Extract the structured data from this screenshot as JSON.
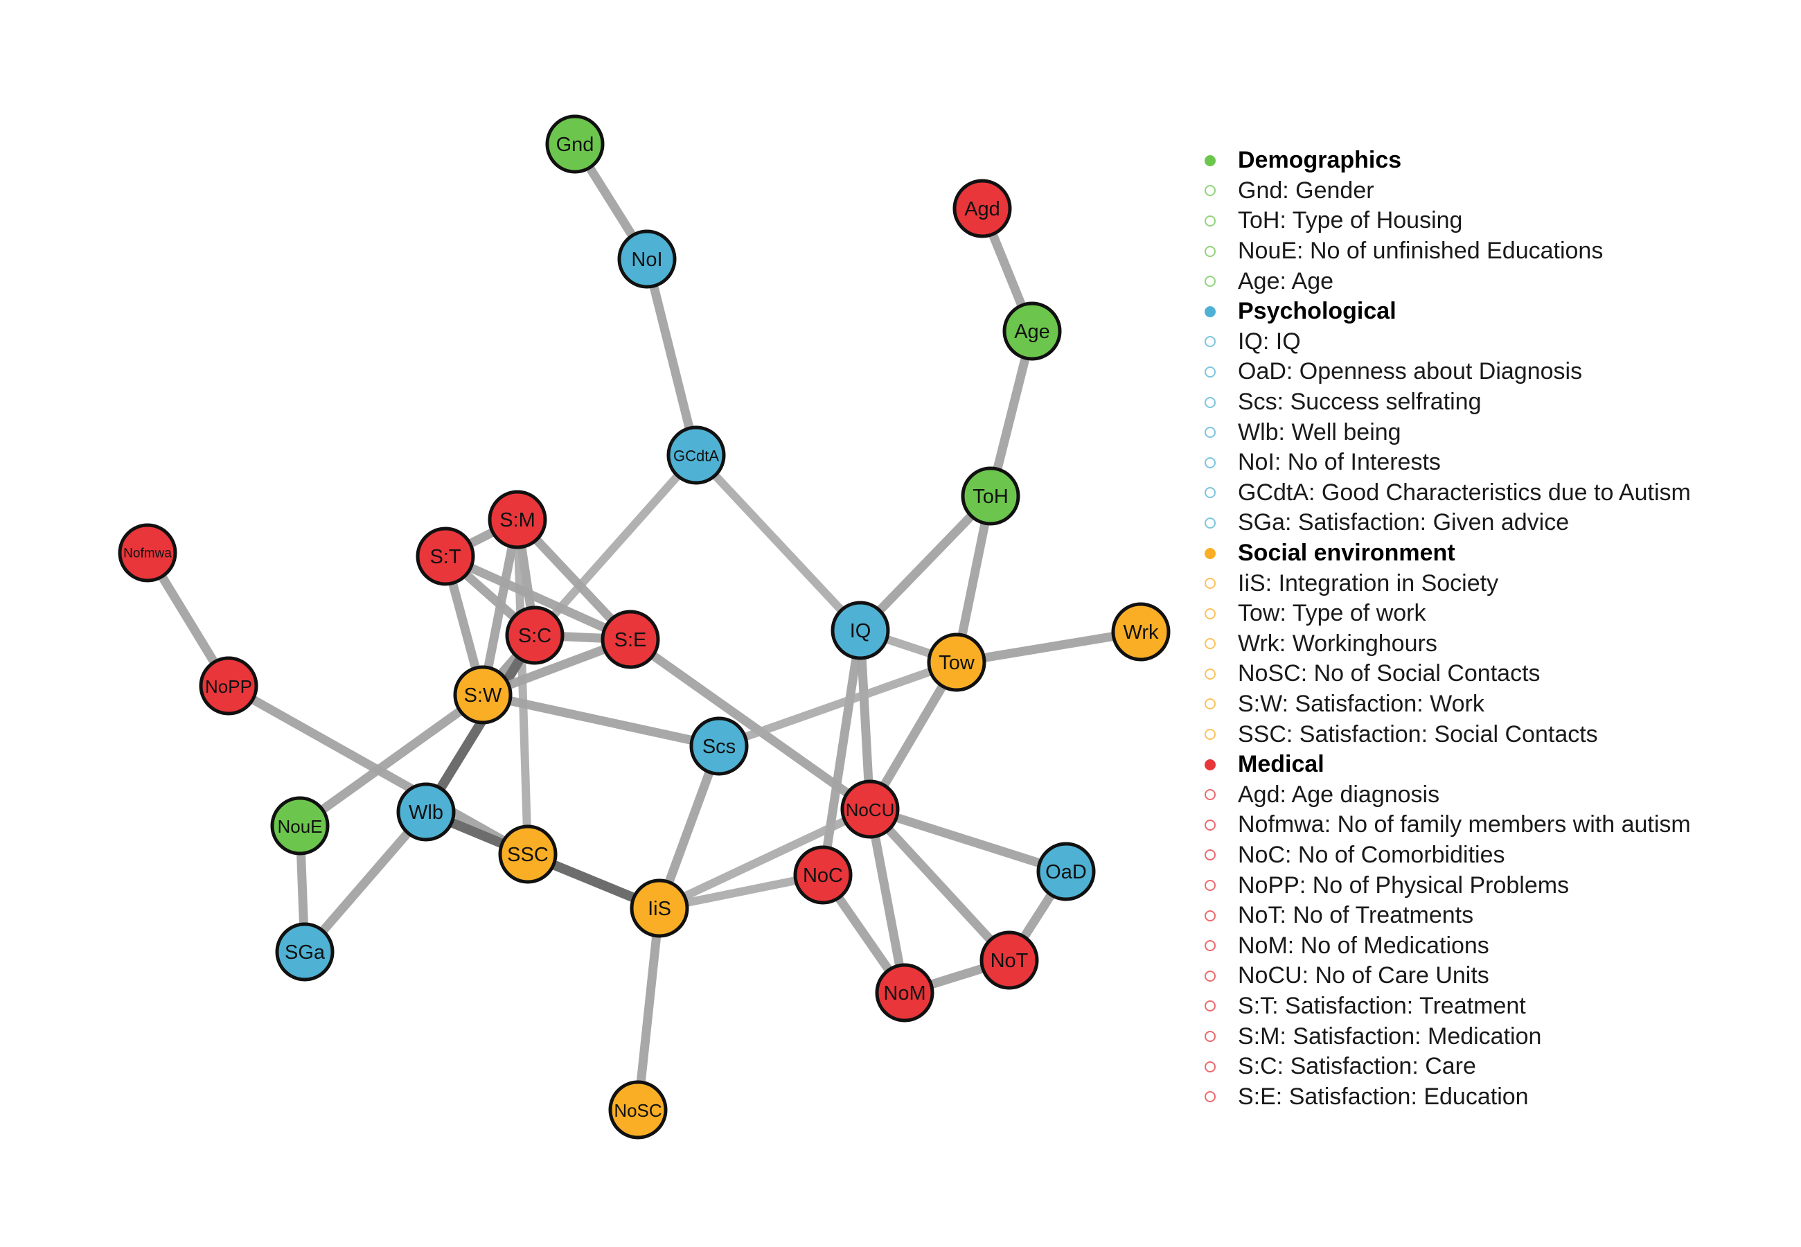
{
  "groups": [
    {
      "key": "demographics",
      "name": "Demographics",
      "color": "#6cc64d",
      "items": [
        {
          "label": "Gnd: Gender"
        },
        {
          "label": "ToH: Type of Housing"
        },
        {
          "label": "NouE: No of unfinished Educations"
        },
        {
          "label": "Age: Age"
        }
      ]
    },
    {
      "key": "psychological",
      "name": "Psychological",
      "color": "#4fb1d3",
      "items": [
        {
          "label": "IQ: IQ"
        },
        {
          "label": "OaD: Openness about Diagnosis"
        },
        {
          "label": "Scs: Success selfrating"
        },
        {
          "label": "Wlb: Well being"
        },
        {
          "label": "NoI: No of Interests"
        },
        {
          "label": "GCdtA: Good Characteristics due to Autism"
        },
        {
          "label": "SGa: Satisfaction: Given advice"
        }
      ]
    },
    {
      "key": "social",
      "name": "Social environment",
      "color": "#f9ae25",
      "items": [
        {
          "label": "IiS: Integration in Society"
        },
        {
          "label": "Tow: Type of work"
        },
        {
          "label": "Wrk: Workinghours"
        },
        {
          "label": "NoSC: No of Social Contacts"
        },
        {
          "label": "S:W: Satisfaction: Work"
        },
        {
          "label": "SSC: Satisfaction: Social Contacts"
        }
      ]
    },
    {
      "key": "medical",
      "name": "Medical",
      "color": "#e8363b",
      "items": [
        {
          "label": "Agd: Age diagnosis"
        },
        {
          "label": "Nofmwa: No of family members with autism"
        },
        {
          "label": "NoC: No of Comorbidities"
        },
        {
          "label": "NoPP: No of Physical Problems"
        },
        {
          "label": "NoT: No of Treatments"
        },
        {
          "label": "NoM: No of Medications"
        },
        {
          "label": "NoCU: No of Care Units"
        },
        {
          "label": "S:T: Satisfaction: Treatment"
        },
        {
          "label": "S:M: Satisfaction: Medication"
        },
        {
          "label": "S:C: Satisfaction: Care"
        },
        {
          "label": "S:E: Satisfaction: Education"
        }
      ]
    }
  ],
  "nodes": [
    {
      "id": "Gnd",
      "label": "Gnd",
      "group": "demographics"
    },
    {
      "id": "NoI",
      "label": "NoI",
      "group": "psychological"
    },
    {
      "id": "GCdtA",
      "label": "GCdtA",
      "group": "psychological"
    },
    {
      "id": "Agd",
      "label": "Agd",
      "group": "medical"
    },
    {
      "id": "Age",
      "label": "Age",
      "group": "demographics"
    },
    {
      "id": "ToH",
      "label": "ToH",
      "group": "demographics"
    },
    {
      "id": "Nofmwa",
      "label": "Nofmwa",
      "group": "medical"
    },
    {
      "id": "NoPP",
      "label": "NoPP",
      "group": "medical"
    },
    {
      "id": "S:M",
      "label": "S:M",
      "group": "medical"
    },
    {
      "id": "S:T",
      "label": "S:T",
      "group": "medical"
    },
    {
      "id": "S:C",
      "label": "S:C",
      "group": "medical"
    },
    {
      "id": "S:E",
      "label": "S:E",
      "group": "medical"
    },
    {
      "id": "S:W",
      "label": "S:W",
      "group": "social"
    },
    {
      "id": "IQ",
      "label": "IQ",
      "group": "psychological"
    },
    {
      "id": "Tow",
      "label": "Tow",
      "group": "social"
    },
    {
      "id": "Wrk",
      "label": "Wrk",
      "group": "social"
    },
    {
      "id": "Scs",
      "label": "Scs",
      "group": "psychological"
    },
    {
      "id": "NoCU",
      "label": "NoCU",
      "group": "medical"
    },
    {
      "id": "OaD",
      "label": "OaD",
      "group": "psychological"
    },
    {
      "id": "NouE",
      "label": "NouE",
      "group": "demographics"
    },
    {
      "id": "Wlb",
      "label": "Wlb",
      "group": "psychological"
    },
    {
      "id": "SSC",
      "label": "SSC",
      "group": "social"
    },
    {
      "id": "IiS",
      "label": "IiS",
      "group": "social"
    },
    {
      "id": "NoC",
      "label": "NoC",
      "group": "medical"
    },
    {
      "id": "NoT",
      "label": "NoT",
      "group": "medical"
    },
    {
      "id": "NoM",
      "label": "NoM",
      "group": "medical"
    },
    {
      "id": "SGa",
      "label": "SGa",
      "group": "psychological"
    },
    {
      "id": "NoSC",
      "label": "NoSC",
      "group": "social"
    }
  ],
  "edges": [
    {
      "from": "Gnd",
      "to": "NoI",
      "strength": "medium"
    },
    {
      "from": "NoI",
      "to": "GCdtA",
      "strength": "medium"
    },
    {
      "from": "GCdtA",
      "to": "IQ",
      "strength": "weak"
    },
    {
      "from": "GCdtA",
      "to": "S:W",
      "strength": "weak"
    },
    {
      "from": "Agd",
      "to": "Age",
      "strength": "medium"
    },
    {
      "from": "Age",
      "to": "ToH",
      "strength": "medium"
    },
    {
      "from": "ToH",
      "to": "IQ",
      "strength": "medium"
    },
    {
      "from": "ToH",
      "to": "Tow",
      "strength": "medium"
    },
    {
      "from": "Nofmwa",
      "to": "NoPP",
      "strength": "medium"
    },
    {
      "from": "NoPP",
      "to": "SSC",
      "strength": "medium"
    },
    {
      "from": "S:M",
      "to": "S:T",
      "strength": "medium"
    },
    {
      "from": "S:M",
      "to": "S:C",
      "strength": "medium"
    },
    {
      "from": "S:M",
      "to": "S:E",
      "strength": "medium"
    },
    {
      "from": "S:M",
      "to": "S:W",
      "strength": "medium"
    },
    {
      "from": "S:M",
      "to": "SSC",
      "strength": "weak"
    },
    {
      "from": "S:T",
      "to": "S:C",
      "strength": "medium"
    },
    {
      "from": "S:T",
      "to": "S:E",
      "strength": "medium"
    },
    {
      "from": "S:T",
      "to": "S:W",
      "strength": "medium"
    },
    {
      "from": "S:C",
      "to": "S:E",
      "strength": "medium"
    },
    {
      "from": "S:C",
      "to": "S:W",
      "strength": "medium"
    },
    {
      "from": "S:C",
      "to": "Wlb",
      "strength": "strong"
    },
    {
      "from": "S:E",
      "to": "S:W",
      "strength": "medium"
    },
    {
      "from": "S:E",
      "to": "NoCU",
      "strength": "medium"
    },
    {
      "from": "S:W",
      "to": "Scs",
      "strength": "medium"
    },
    {
      "from": "S:W",
      "to": "NouE",
      "strength": "medium"
    },
    {
      "from": "IQ",
      "to": "Tow",
      "strength": "weak"
    },
    {
      "from": "IQ",
      "to": "NoCU",
      "strength": "medium"
    },
    {
      "from": "IQ",
      "to": "NoC",
      "strength": "medium"
    },
    {
      "from": "Tow",
      "to": "Wrk",
      "strength": "medium"
    },
    {
      "from": "Tow",
      "to": "Scs",
      "strength": "weak"
    },
    {
      "from": "Tow",
      "to": "NoCU",
      "strength": "medium"
    },
    {
      "from": "Scs",
      "to": "IiS",
      "strength": "medium"
    },
    {
      "from": "NoCU",
      "to": "IiS",
      "strength": "weak"
    },
    {
      "from": "NoCU",
      "to": "OaD",
      "strength": "medium"
    },
    {
      "from": "NoCU",
      "to": "NoT",
      "strength": "medium"
    },
    {
      "from": "NoCU",
      "to": "NoM",
      "strength": "medium"
    },
    {
      "from": "OaD",
      "to": "NoT",
      "strength": "medium"
    },
    {
      "from": "NoT",
      "to": "NoM",
      "strength": "medium"
    },
    {
      "from": "NoC",
      "to": "NoM",
      "strength": "medium"
    },
    {
      "from": "NoC",
      "to": "IiS",
      "strength": "weak"
    },
    {
      "from": "NouE",
      "to": "SGa",
      "strength": "medium"
    },
    {
      "from": "Wlb",
      "to": "SGa",
      "strength": "medium"
    },
    {
      "from": "Wlb",
      "to": "SSC",
      "strength": "strong"
    },
    {
      "from": "SSC",
      "to": "IiS",
      "strength": "strong"
    },
    {
      "from": "IiS",
      "to": "NoSC",
      "strength": "medium"
    }
  ]
}
